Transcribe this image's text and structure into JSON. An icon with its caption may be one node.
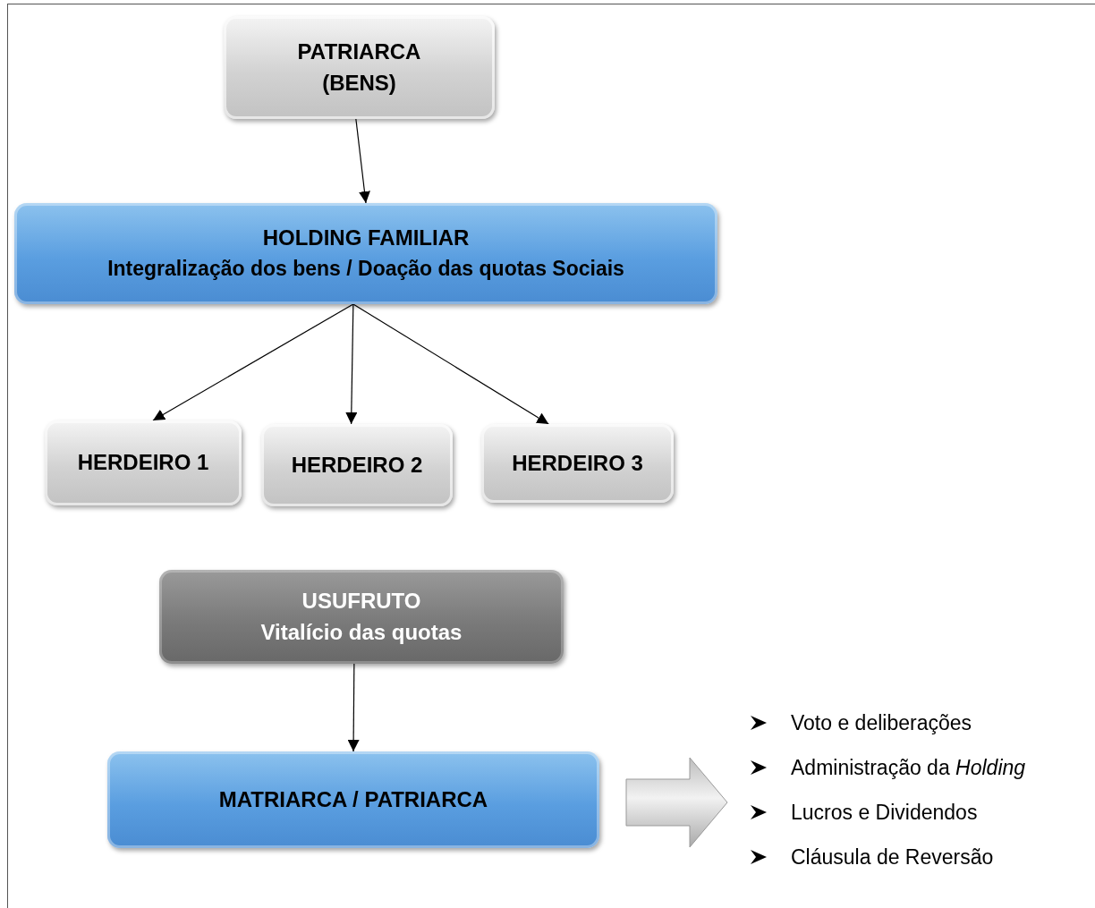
{
  "diagram": {
    "nodes": [
      {
        "text": [
          "PATRIARCA (BENS)"
        ]
      },
      {
        "text": [
          "HOLDING FAMILIAR",
          "Integralização dos bens / Doação das quotas Sociais"
        ]
      },
      {
        "text": [
          "HERDEIRO 1"
        ]
      },
      {
        "text": [
          "HERDEIRO 2"
        ]
      },
      {
        "text": [
          "HERDEIRO 3"
        ]
      },
      {
        "text": [
          "USUFRUTO",
          "Vitalício das quotas"
        ]
      },
      {
        "text": [
          "MATRIARCA / PATRIARCA"
        ]
      },
      {
        "text": [
          "Voto e deliberações",
          "Administração da *Holding*",
          "Lucros e Dividendos",
          "Cláusula de Reversão"
        ]
      }
    ],
    "edges": [
      {
        "from": 0,
        "to": 1,
        "arrow": "to"
      },
      {
        "from": 1,
        "to": 2,
        "arrow": "to"
      },
      {
        "from": 1,
        "to": 3,
        "arrow": "to"
      },
      {
        "from": 1,
        "to": 4,
        "arrow": "to"
      },
      {
        "from": 5,
        "to": 6,
        "arrow": "to"
      },
      {
        "from": 6,
        "to": 7,
        "arrow": "to",
        "style": "thick"
      }
    ]
  }
}
